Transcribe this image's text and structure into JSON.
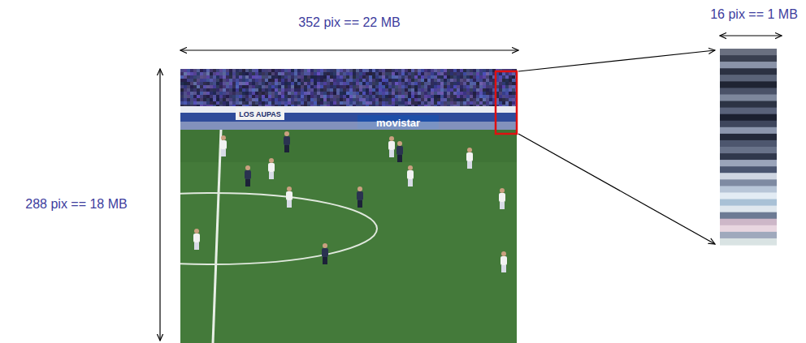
{
  "diagram": {
    "labels": [
      "352 pix == 22 MB",
      "288 pix == 18 MB",
      "16 pix == 1 MB",
      "LOS AUPAS",
      "movistar"
    ]
  }
}
